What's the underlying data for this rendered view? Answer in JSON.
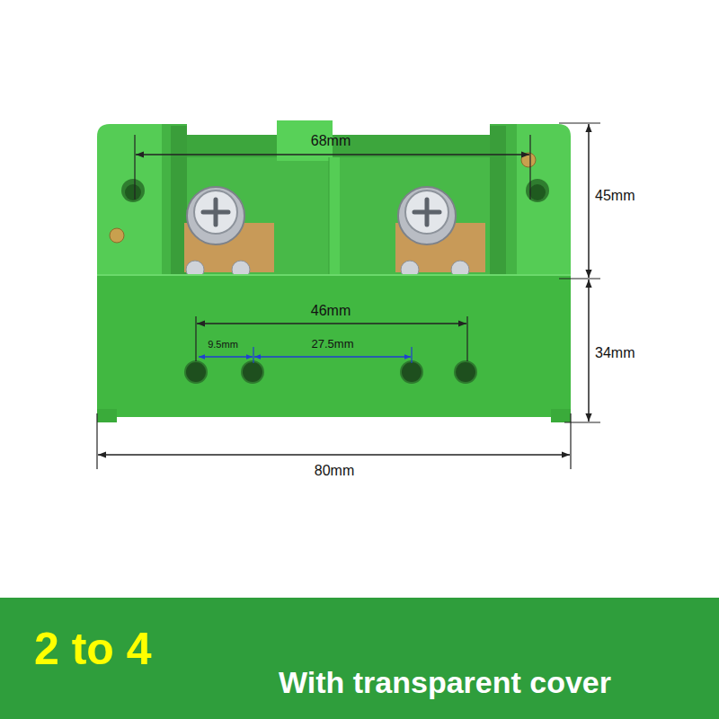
{
  "diagram": {
    "labels": [
      "68mm",
      "45mm",
      "46mm",
      "9.5mm",
      "27.5mm",
      "34mm",
      "80mm",
      "2 to 4",
      "With transparent cover"
    ]
  }
}
